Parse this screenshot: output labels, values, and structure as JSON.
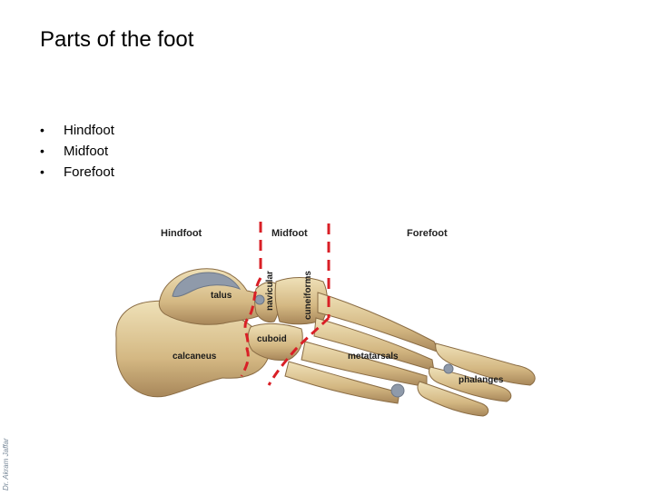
{
  "slide": {
    "title": "Parts of the foot",
    "bullets": [
      {
        "marker": "•",
        "text": "Hindfoot"
      },
      {
        "marker": "•",
        "text": "Midfoot"
      },
      {
        "marker": "•",
        "text": "Forefoot"
      }
    ]
  },
  "figure": {
    "regions": {
      "hindfoot": "Hindfoot",
      "midfoot": "Midfoot",
      "forefoot": "Forefoot"
    },
    "bones": {
      "talus": "talus",
      "navicular": "navicular",
      "cuneiforms": "cuneiforms",
      "cuboid": "cuboid",
      "calcaneus": "calcaneus",
      "metatarsals": "metatarsals",
      "phalanges": "phalanges"
    },
    "divider_color": "#d91f26",
    "bone_color": "#d9c28f",
    "cartilage_color": "#8f9aaa"
  },
  "credit": "Dr. Akram Jaffar"
}
